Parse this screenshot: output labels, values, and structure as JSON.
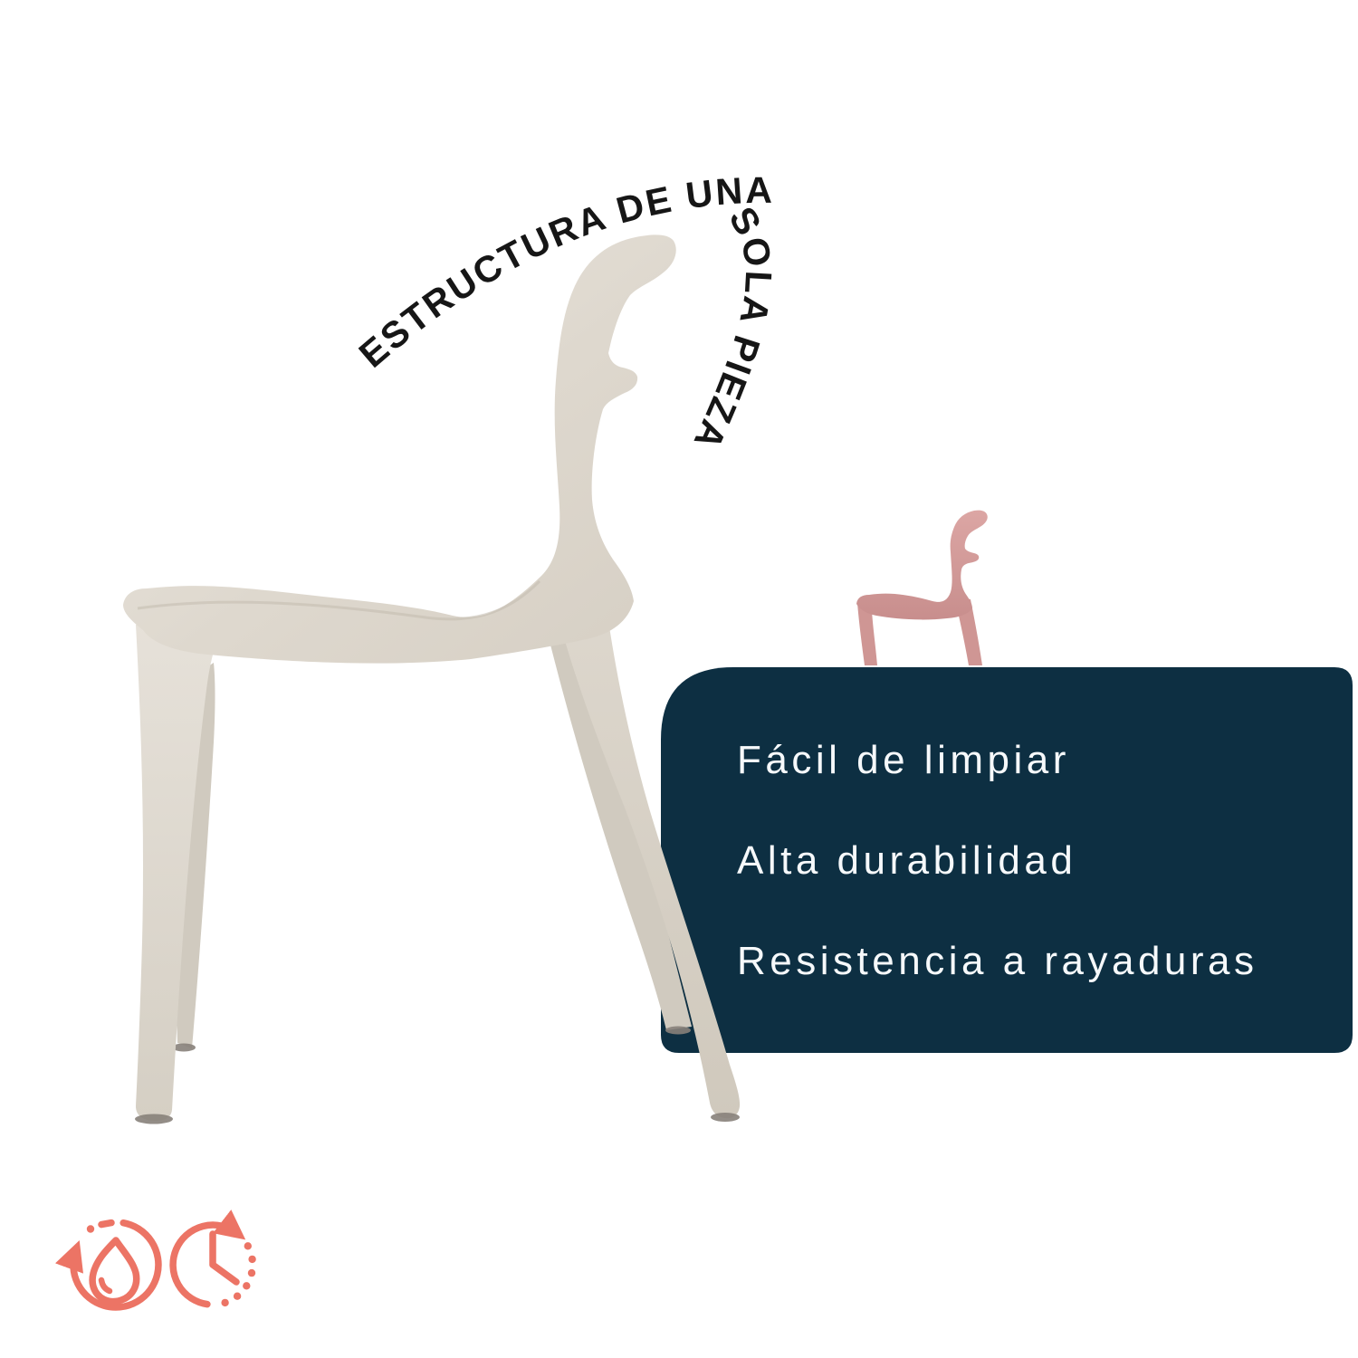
{
  "colors": {
    "background": "#ffffff",
    "panel": "#0d2f42",
    "panel_text": "#f6f9fb",
    "arc_text": "#161616",
    "accent_coral": "#ec7465",
    "chair_light": "#ece7e0",
    "chair_mid": "#ddd7cc",
    "chair_shadow": "#c9c2b5",
    "chair_pink": "#dca6a4",
    "chair_pink_shadow": "#c88e8d"
  },
  "arc_text": {
    "upper": "ESTRUCTURA DE UNA",
    "lower": "SOLA PIEZA"
  },
  "panel": {
    "lines": [
      "Fácil de limpiar",
      "Alta durabilidad",
      "Resistencia a rayaduras"
    ]
  },
  "icons": [
    {
      "name": "water-drop-cycle-icon",
      "meaning": "Fácil de limpiar"
    },
    {
      "name": "clock-cycle-icon",
      "meaning": "Alta durabilidad"
    }
  ]
}
